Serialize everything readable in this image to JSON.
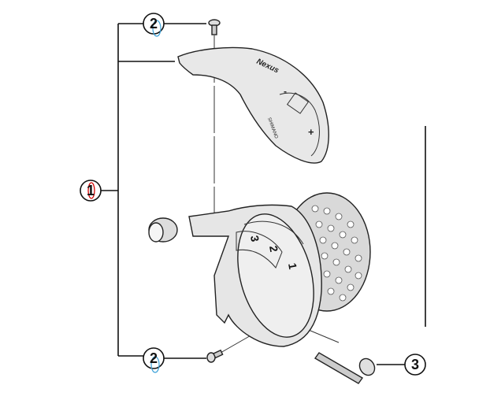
{
  "diagram": {
    "callouts": [
      {
        "id": "callout-1",
        "label": "1",
        "marker_color": "#d40000"
      },
      {
        "id": "callout-2-top",
        "label": "2",
        "marker_color": "#3aa0d8"
      },
      {
        "id": "callout-2-bottom",
        "label": "2",
        "marker_color": "#3aa0d8"
      },
      {
        "id": "callout-3",
        "label": "3"
      }
    ],
    "cover_text": {
      "brand": "Nexus",
      "maker": "SHIMANO",
      "minus": "-",
      "plus": "+"
    },
    "gear_numbers": [
      "3",
      "2",
      "1"
    ]
  }
}
